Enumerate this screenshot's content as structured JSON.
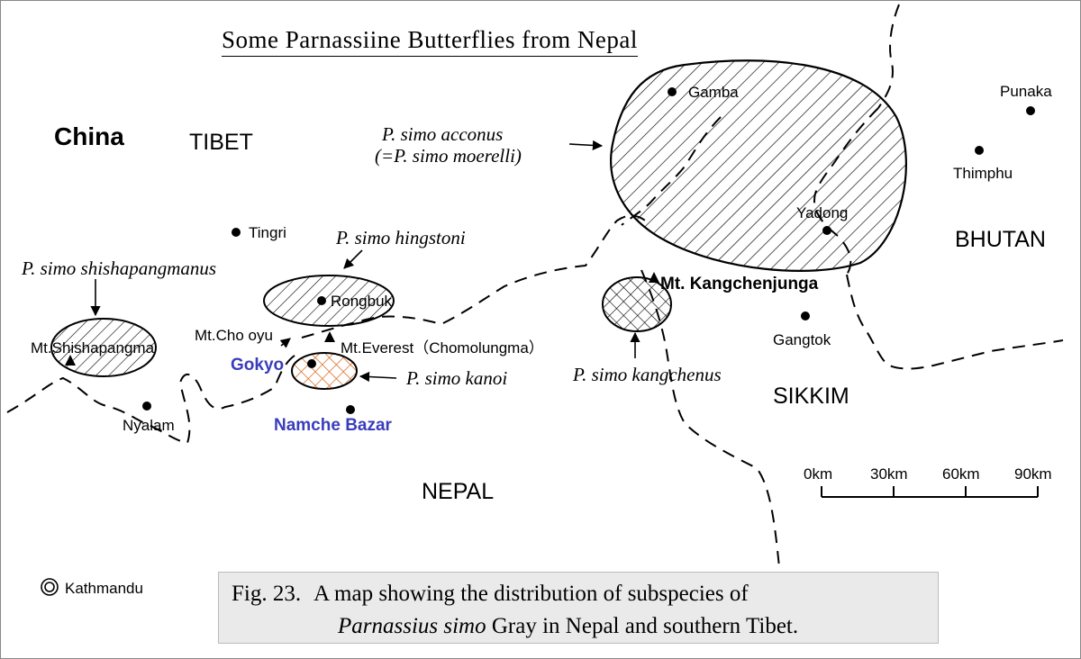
{
  "title": "Some Parnassiine Butterflies from Nepal",
  "regions": {
    "china": "China",
    "tibet": "TIBET",
    "nepal": "NEPAL",
    "bhutan": "BHUTAN",
    "sikkim": "SIKKIM"
  },
  "places": {
    "gamba": "Gamba",
    "punaka": "Punaka",
    "thimphu": "Thimphu",
    "yadong": "Yadong",
    "tingri": "Tingri",
    "rongbuk": "Rongbuk",
    "cho_oyu": "Mt.Cho oyu",
    "everest": "Mt.Everest（Chomolungma）",
    "gokyo": "Gokyo",
    "namche": "Namche Bazar",
    "shishapangma": "Mt.Shishapangma",
    "nyalam": "Nyalam",
    "kangchenjunga": "Mt. Kangchenjunga",
    "gangtok": "Gangtok",
    "kathmandu": "Kathmandu"
  },
  "subspecies": {
    "acconus": "P. simo acconus",
    "acconus_syn": "(=P. simo moerelli)",
    "hingstoni": "P. simo hingstoni",
    "shishapangmanus": "P. simo shishapangmanus",
    "kanoi": "P. simo kanoi",
    "kangchenus": "P. simo kangchenus"
  },
  "scale": {
    "ticks": [
      "0km",
      "30km",
      "60km",
      "90km"
    ]
  },
  "caption": {
    "fig": "Fig. 23.",
    "line1": "A map showing the distribution of subspecies of",
    "line2_italic": "Parnassius simo",
    "line2_rest": "Gray in Nepal and southern Tibet."
  },
  "colors": {
    "ink": "#000000",
    "kanoi_hatch": "#d9691f",
    "blue_label": "#3a3dbb",
    "caption_bg": "#eaeaea"
  }
}
